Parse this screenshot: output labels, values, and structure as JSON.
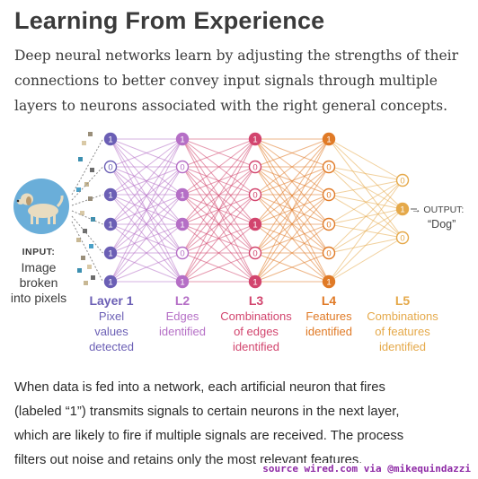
{
  "title": "Learning From Experience",
  "intro": [
    "Deep neural networks learn by adjusting the strengths of their",
    "connections to better convey input signals through multiple",
    "layers to neurons associated with the right general concepts."
  ],
  "input_label": {
    "heading": "INPUT:",
    "lines": [
      "Image",
      "broken",
      "into pixels"
    ]
  },
  "output_label": {
    "heading": "→ OUTPUT:",
    "value": "“Dog”"
  },
  "layers": [
    {
      "heading": "Layer 1",
      "lines": [
        "Pixel",
        "values",
        "detected"
      ],
      "color": "#6b5fb5",
      "neurons": [
        "1",
        "0",
        "1",
        "1",
        "1",
        "1"
      ]
    },
    {
      "heading": "L2",
      "lines": [
        "Edges",
        "identified"
      ],
      "color": "#b56fc6",
      "neurons": [
        "1",
        "0",
        "1",
        "1",
        "0",
        "1"
      ]
    },
    {
      "heading": "L3",
      "lines": [
        "Combinations",
        "of edges",
        "identified"
      ],
      "color": "#d2456e",
      "neurons": [
        "1",
        "0",
        "0",
        "1",
        "0",
        "1"
      ]
    },
    {
      "heading": "L4",
      "lines": [
        "Features",
        "identified"
      ],
      "color": "#e07a26",
      "neurons": [
        "1",
        "0",
        "0",
        "0",
        "0",
        "1"
      ]
    },
    {
      "heading": "L5",
      "lines": [
        "Combinations",
        "of features",
        "identified"
      ],
      "color": "#e5a94a",
      "neurons": [
        "0",
        "1",
        "0"
      ]
    }
  ],
  "outro": [
    "When data is fed into a network, each artificial neuron that fires",
    "(labeled “1”) transmits signals to certain neurons in the next layer,",
    "which are likely to fire if multiple signals are received. The process",
    "filters out noise and retains only the most relevant features."
  ],
  "source": "source wired.com via @mikequindazzi"
}
